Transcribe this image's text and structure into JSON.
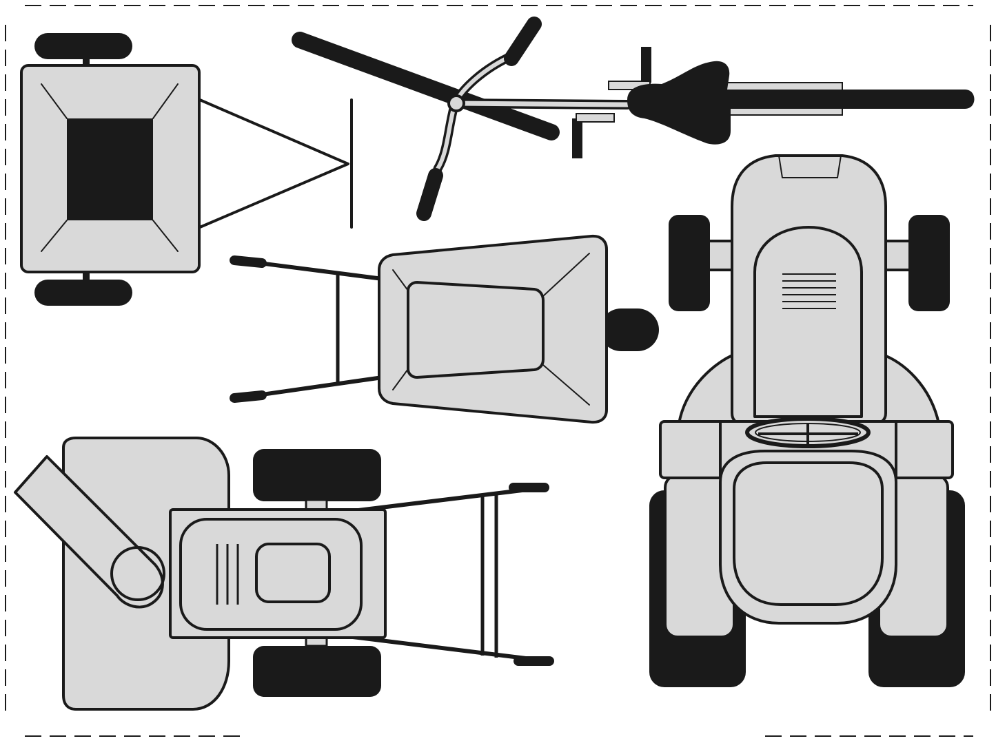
{
  "illustration": {
    "subjects": [
      "trailer-cart",
      "tiller",
      "wheelbarrow",
      "snow-blower",
      "lawn-tractor"
    ]
  },
  "colors": {
    "fill": "#d9d9d9",
    "ink": "#1a1a1a",
    "background": "#ffffff"
  }
}
